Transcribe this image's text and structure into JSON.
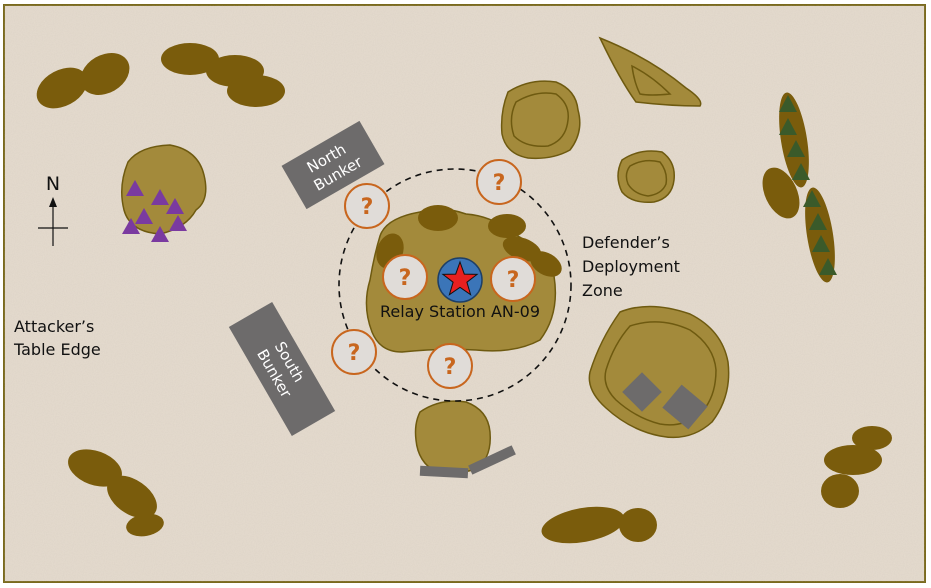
{
  "map": {
    "compass_label": "N",
    "attacker_edge": [
      "Attacker’s",
      "Table Edge"
    ],
    "defender_zone": [
      "Defender’s",
      "Deployment",
      "Zone"
    ],
    "objective_label": "Relay Station AN-09",
    "north_bunker": [
      "North",
      "Bunker"
    ],
    "south_bunker": [
      "South",
      "Bunker"
    ],
    "unknown_marker": "?",
    "colors": {
      "ground": "#e6dccf",
      "border": "#7a6a1e",
      "rock": "#7a5c0c",
      "hill": "#a38a3b",
      "hill_edge": "#6e5a10",
      "bunker": "#6d6b6b",
      "objective": "#3b75b8",
      "star": "#e82020",
      "marker_ring": "#c8661e",
      "marker_fill": "#e0dcd8",
      "purple_unit": "#7a3aa0",
      "green_unit": "#3a5a2a"
    }
  }
}
